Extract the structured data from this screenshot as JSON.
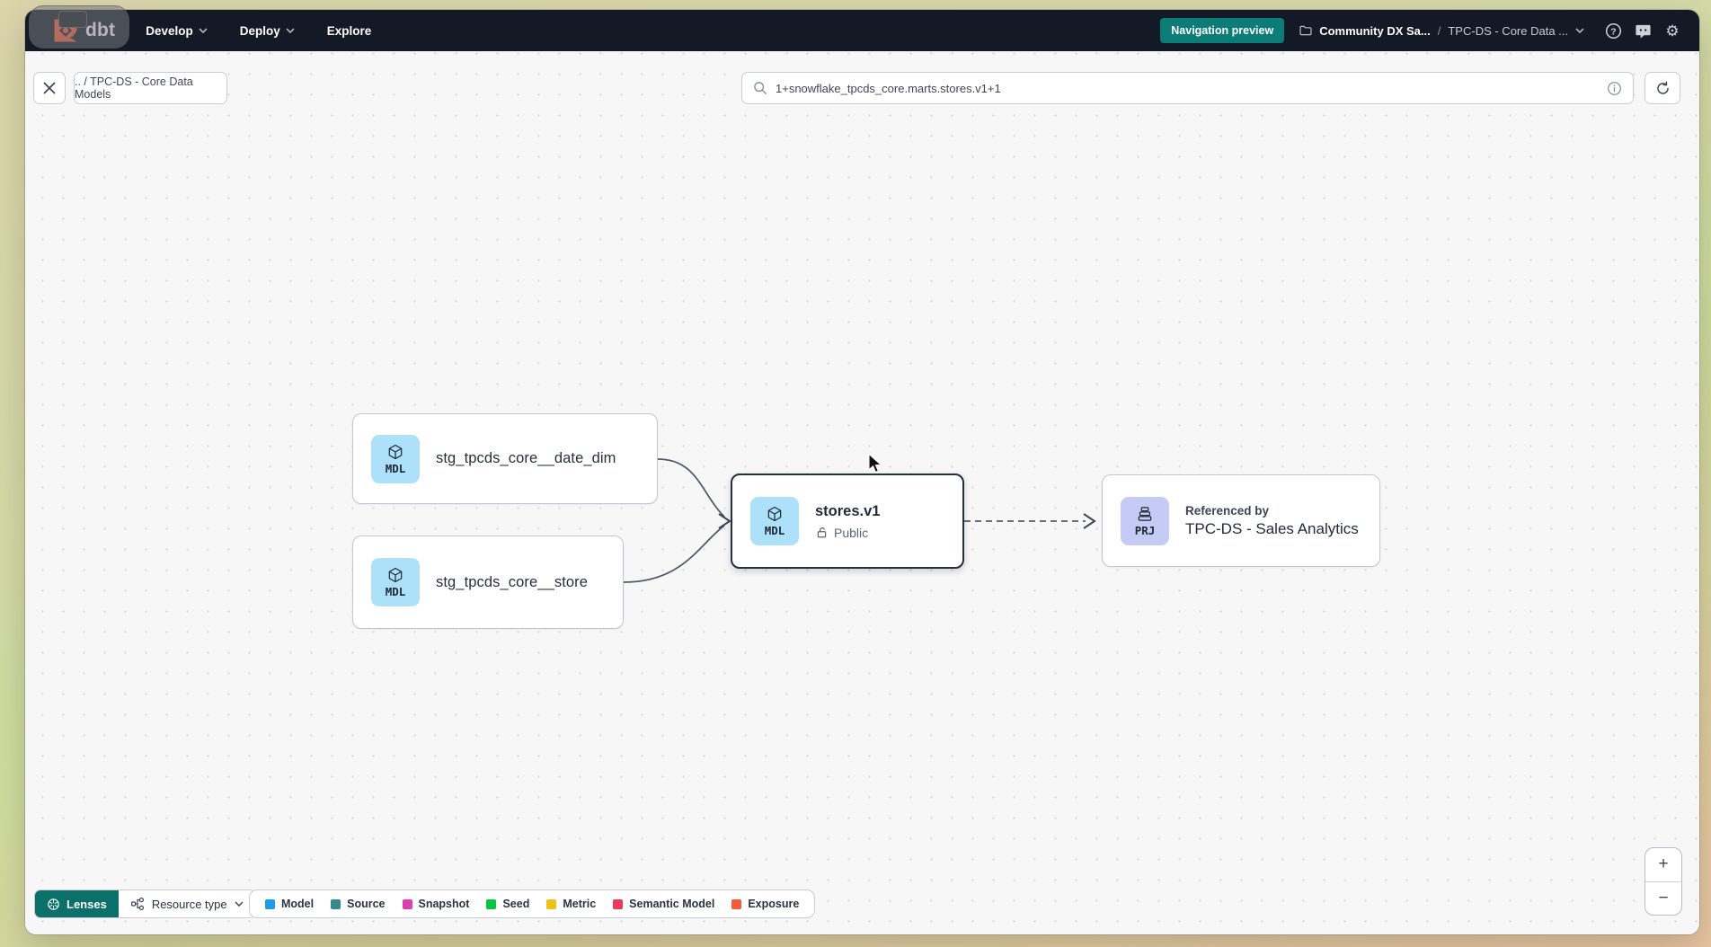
{
  "navbar": {
    "logo_text": "dbt",
    "menus": [
      {
        "label": "Develop"
      },
      {
        "label": "Deploy"
      },
      {
        "label": "Explore"
      }
    ],
    "preview_badge": "Navigation preview",
    "breadcrumb": {
      "project": "Community DX Sa...",
      "separator": "/",
      "environment": "TPC-DS - Core Data ..."
    },
    "icons": {
      "gear": "⚙",
      "help": "?"
    }
  },
  "toolbar": {
    "path_chip": ".. / TPC-DS - Core Data Models",
    "search_value": "1+snowflake_tpcds_core.marts.stores.v1+1"
  },
  "graph": {
    "nodes": [
      {
        "badge": "MDL",
        "label": "stg_tpcds_core__date_dim"
      },
      {
        "badge": "MDL",
        "label": "stg_tpcds_core__store"
      },
      {
        "badge": "MDL",
        "label": "stores.v1",
        "access": "Public"
      },
      {
        "badge": "PRJ",
        "kicker": "Referenced by",
        "label": "TPC-DS - Sales Analytics"
      }
    ]
  },
  "footer": {
    "lenses_label": "Lenses",
    "resource_type_label": "Resource type",
    "legend": [
      {
        "label": "Model",
        "color": "#1e9ce6"
      },
      {
        "label": "Source",
        "color": "#348b8b"
      },
      {
        "label": "Snapshot",
        "color": "#df3eae"
      },
      {
        "label": "Seed",
        "color": "#09c43f"
      },
      {
        "label": "Metric",
        "color": "#efc118"
      },
      {
        "label": "Semantic Model",
        "color": "#eb3a5c"
      },
      {
        "label": "Exposure",
        "color": "#f05a3d"
      }
    ],
    "zoom_in": "+",
    "zoom_out": "−"
  }
}
